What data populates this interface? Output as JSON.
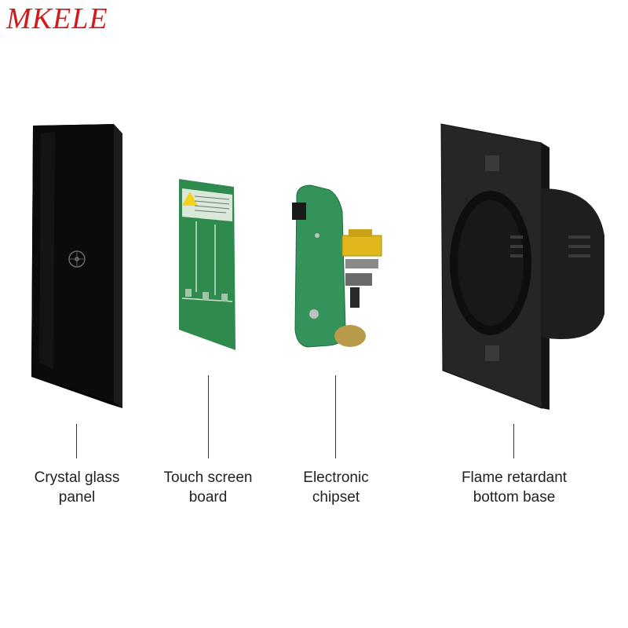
{
  "brand": {
    "logo_text": "MKELE",
    "logo_color": "#d11a1a"
  },
  "components": [
    {
      "id": "crystal-glass-panel",
      "label_line1": "Crystal glass",
      "label_line2": "panel"
    },
    {
      "id": "touch-screen-board",
      "label_line1": "Touch screen",
      "label_line2": "board"
    },
    {
      "id": "electronic-chipset",
      "label_line1": "Electronic",
      "label_line2": "chipset"
    },
    {
      "id": "flame-retardant-bottom-base",
      "label_line1": "Flame retardant",
      "label_line2": "bottom base"
    }
  ],
  "colors": {
    "glass_panel": "#0a0a0a",
    "pcb_green": "#2f8a4e",
    "chip_yellow": "#e0b81e",
    "base_dark": "#2a2a2a"
  }
}
